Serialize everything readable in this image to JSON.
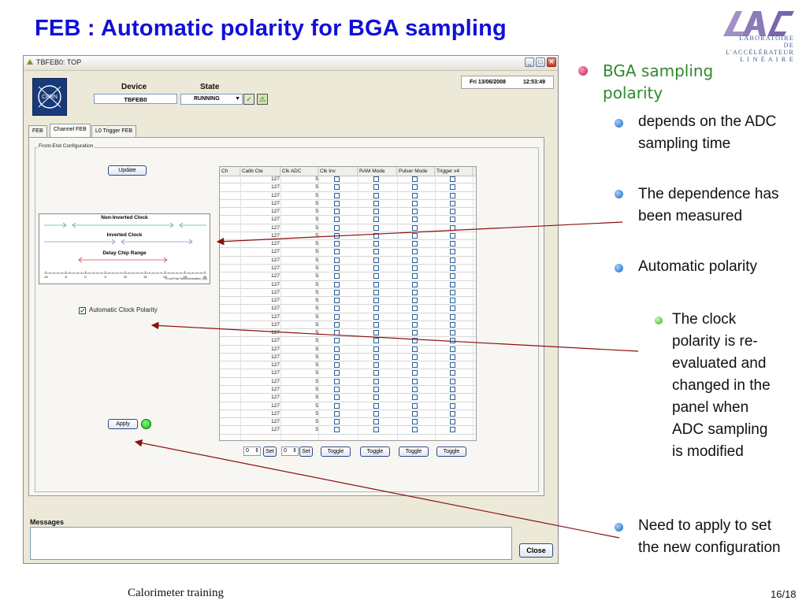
{
  "slide": {
    "title": "FEB : Automatic polarity for BGA sampling",
    "logo_text_line1": "LABORATOIRE",
    "logo_text_line2": "DE L'ACCÉLÉRATEUR",
    "logo_text_line3": "L I N É A I R E",
    "footer": "Calorimeter training",
    "page": "16/18"
  },
  "window": {
    "title": "TBFEB0: TOP",
    "min_label": "_",
    "max_label": "□",
    "close_label": "✕",
    "device_label": "Device",
    "device_value": "TBFEB0",
    "state_label": "State",
    "state_value": "RUNNING",
    "ok_icon": "✓",
    "warn_icon": "⚠",
    "date": "Fri  13/06/2008",
    "time": "12:53:49",
    "tabs": [
      "FEB",
      "Channel FEB",
      "L0 Trigger FEB"
    ],
    "groupbox_title": "Front-End Configuration",
    "update_label": "Update",
    "apply_label": "Apply",
    "auto_polarity_label": "Automatic Clock Polarity",
    "messages_label": "Messages",
    "close_button": "Close",
    "diagram": {
      "non_inverted": "Non-Inverted Clock",
      "inverted": "Inverted Clock",
      "delay_range": "Delay Chip Range",
      "axis_ticks": [
        "-10",
        "-5",
        "0",
        "5",
        "10",
        "15",
        "20",
        "25",
        "30"
      ],
      "axis_label": "Front-Fwd Synchronization (ns)"
    },
    "table": {
      "headers": [
        "Ch",
        "Calib Cte",
        "Clk ADC",
        "Clk Inv",
        "RAM Mode",
        "Pulser Mode",
        "Trigger x4"
      ],
      "rows": [
        [
          "127",
          "5"
        ],
        [
          "127",
          "5"
        ],
        [
          "127",
          "5"
        ],
        [
          "127",
          "5"
        ],
        [
          "127",
          "5"
        ],
        [
          "127",
          "5"
        ],
        [
          "127",
          "5"
        ],
        [
          "127",
          "5"
        ],
        [
          "127",
          "5"
        ],
        [
          "127",
          "5"
        ],
        [
          "127",
          "5"
        ],
        [
          "127",
          "5"
        ],
        [
          "127",
          "5"
        ],
        [
          "127",
          "5"
        ],
        [
          "127",
          "5"
        ],
        [
          "127",
          "5"
        ],
        [
          "127",
          "5"
        ],
        [
          "127",
          "5"
        ],
        [
          "127",
          "5"
        ],
        [
          "127",
          "5"
        ],
        [
          "127",
          "5"
        ],
        [
          "127",
          "5"
        ],
        [
          "127",
          "5"
        ],
        [
          "127",
          "5"
        ],
        [
          "127",
          "5"
        ],
        [
          "127",
          "5"
        ],
        [
          "127",
          "5"
        ],
        [
          "127",
          "5"
        ],
        [
          "127",
          "5"
        ],
        [
          "127",
          "5"
        ],
        [
          "127",
          "5"
        ],
        [
          "127",
          "5"
        ]
      ]
    },
    "bottom_controls": {
      "spin1_value": "0",
      "set1_label": "Set",
      "spin2_value": "0",
      "set2_label": "Set",
      "toggle_labels": [
        "Toggle",
        "Toggle",
        "Toggle",
        "Toggle"
      ]
    }
  },
  "bullets": {
    "main": "BGA sampling polarity",
    "item1": "depends on the ADC sampling time",
    "item2": "The dependence has been measured",
    "item3": "Automatic polarity",
    "sub1": "The clock polarity is re-evaluated and changed in the panel when ADC sampling is modified",
    "item4": "Need to apply to set the new configuration"
  },
  "colors": {
    "title": "#1010d8",
    "main_bullet_text": "#2d8a2d",
    "arrow": "#8b1010",
    "led": "#0bbf0b"
  }
}
